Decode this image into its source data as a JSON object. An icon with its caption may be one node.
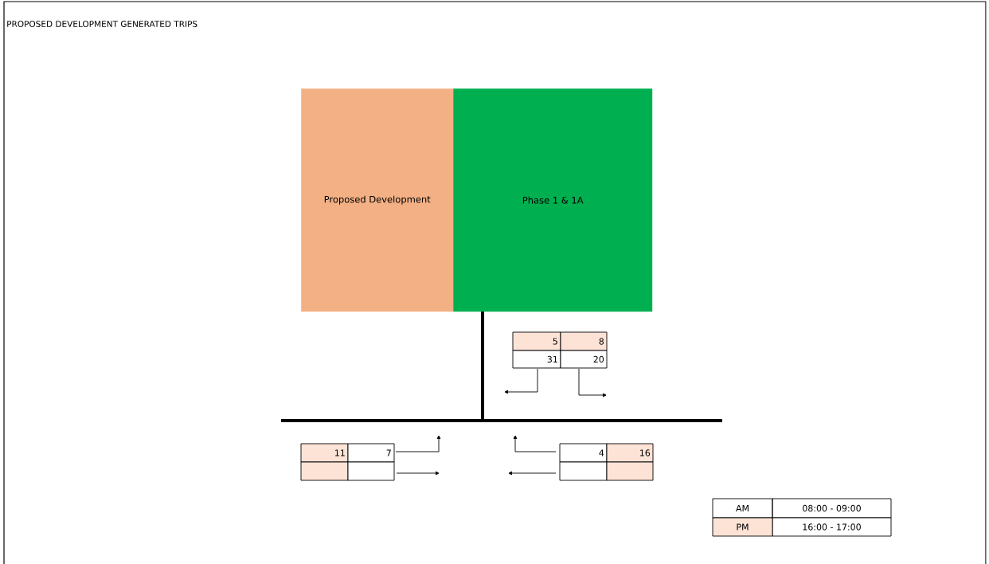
{
  "diagram": {
    "title": "PROPOSED DEVELOPMENT GENERATED TRIPS",
    "nodes": [
      {
        "text": [
          "Proposed Development"
        ]
      },
      {
        "text": [
          "Phase 1 & 1A"
        ]
      }
    ],
    "labels": [
      "5",
      "8",
      "31",
      "20",
      "11",
      "7",
      "4",
      "16",
      "08:00 - 09:00",
      "16:00 - 17:00"
    ],
    "legend": [
      {
        "text": "AM"
      },
      {
        "text": "PM",
        "color": "#fde3d6"
      }
    ]
  }
}
